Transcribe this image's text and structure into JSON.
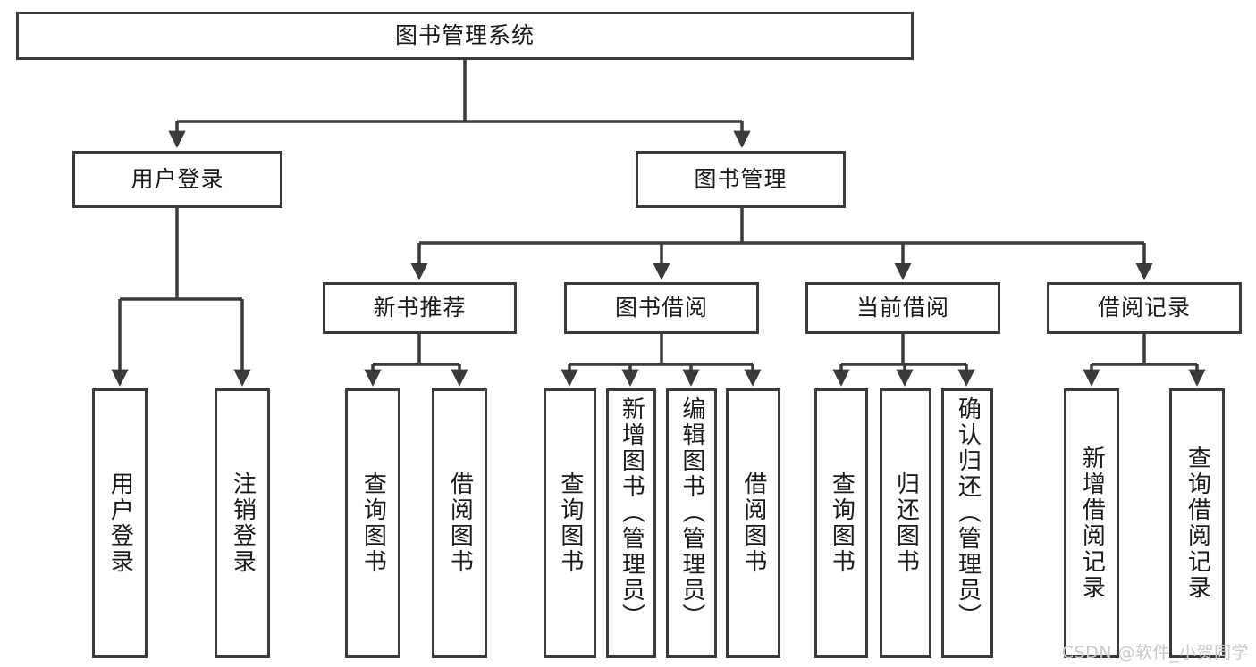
{
  "diagram": {
    "type": "tree",
    "title": "图书管理系统",
    "root": {
      "label": "图书管理系统"
    },
    "level2": [
      {
        "label": "用户登录"
      },
      {
        "label": "图书管理"
      }
    ],
    "level3": [
      {
        "label": "新书推荐"
      },
      {
        "label": "图书借阅"
      },
      {
        "label": "当前借阅"
      },
      {
        "label": "借阅记录"
      }
    ],
    "leaves": {
      "user_login": [
        {
          "label": "用户登录"
        },
        {
          "label": "注销登录"
        }
      ],
      "new_book_recommend": [
        {
          "label": "查询图书"
        },
        {
          "label": "借阅图书"
        }
      ],
      "book_borrow": [
        {
          "label": "查询图书"
        },
        {
          "label": "新增图书（管理员）"
        },
        {
          "label": "编辑图书（管理员）"
        },
        {
          "label": "借阅图书"
        }
      ],
      "current_borrow": [
        {
          "label": "查询图书"
        },
        {
          "label": "归还图书"
        },
        {
          "label": "确认归还（管理员）"
        }
      ],
      "borrow_record": [
        {
          "label": "新增借阅记录"
        },
        {
          "label": "查询借阅记录"
        }
      ]
    },
    "colors": {
      "stroke": "#3a3a3a",
      "fill": "#ffffff",
      "text": "#1a1a1a",
      "watermark": "#c9c9c9"
    }
  },
  "watermark": {
    "text": "CSDN @软件_小贺同学"
  }
}
